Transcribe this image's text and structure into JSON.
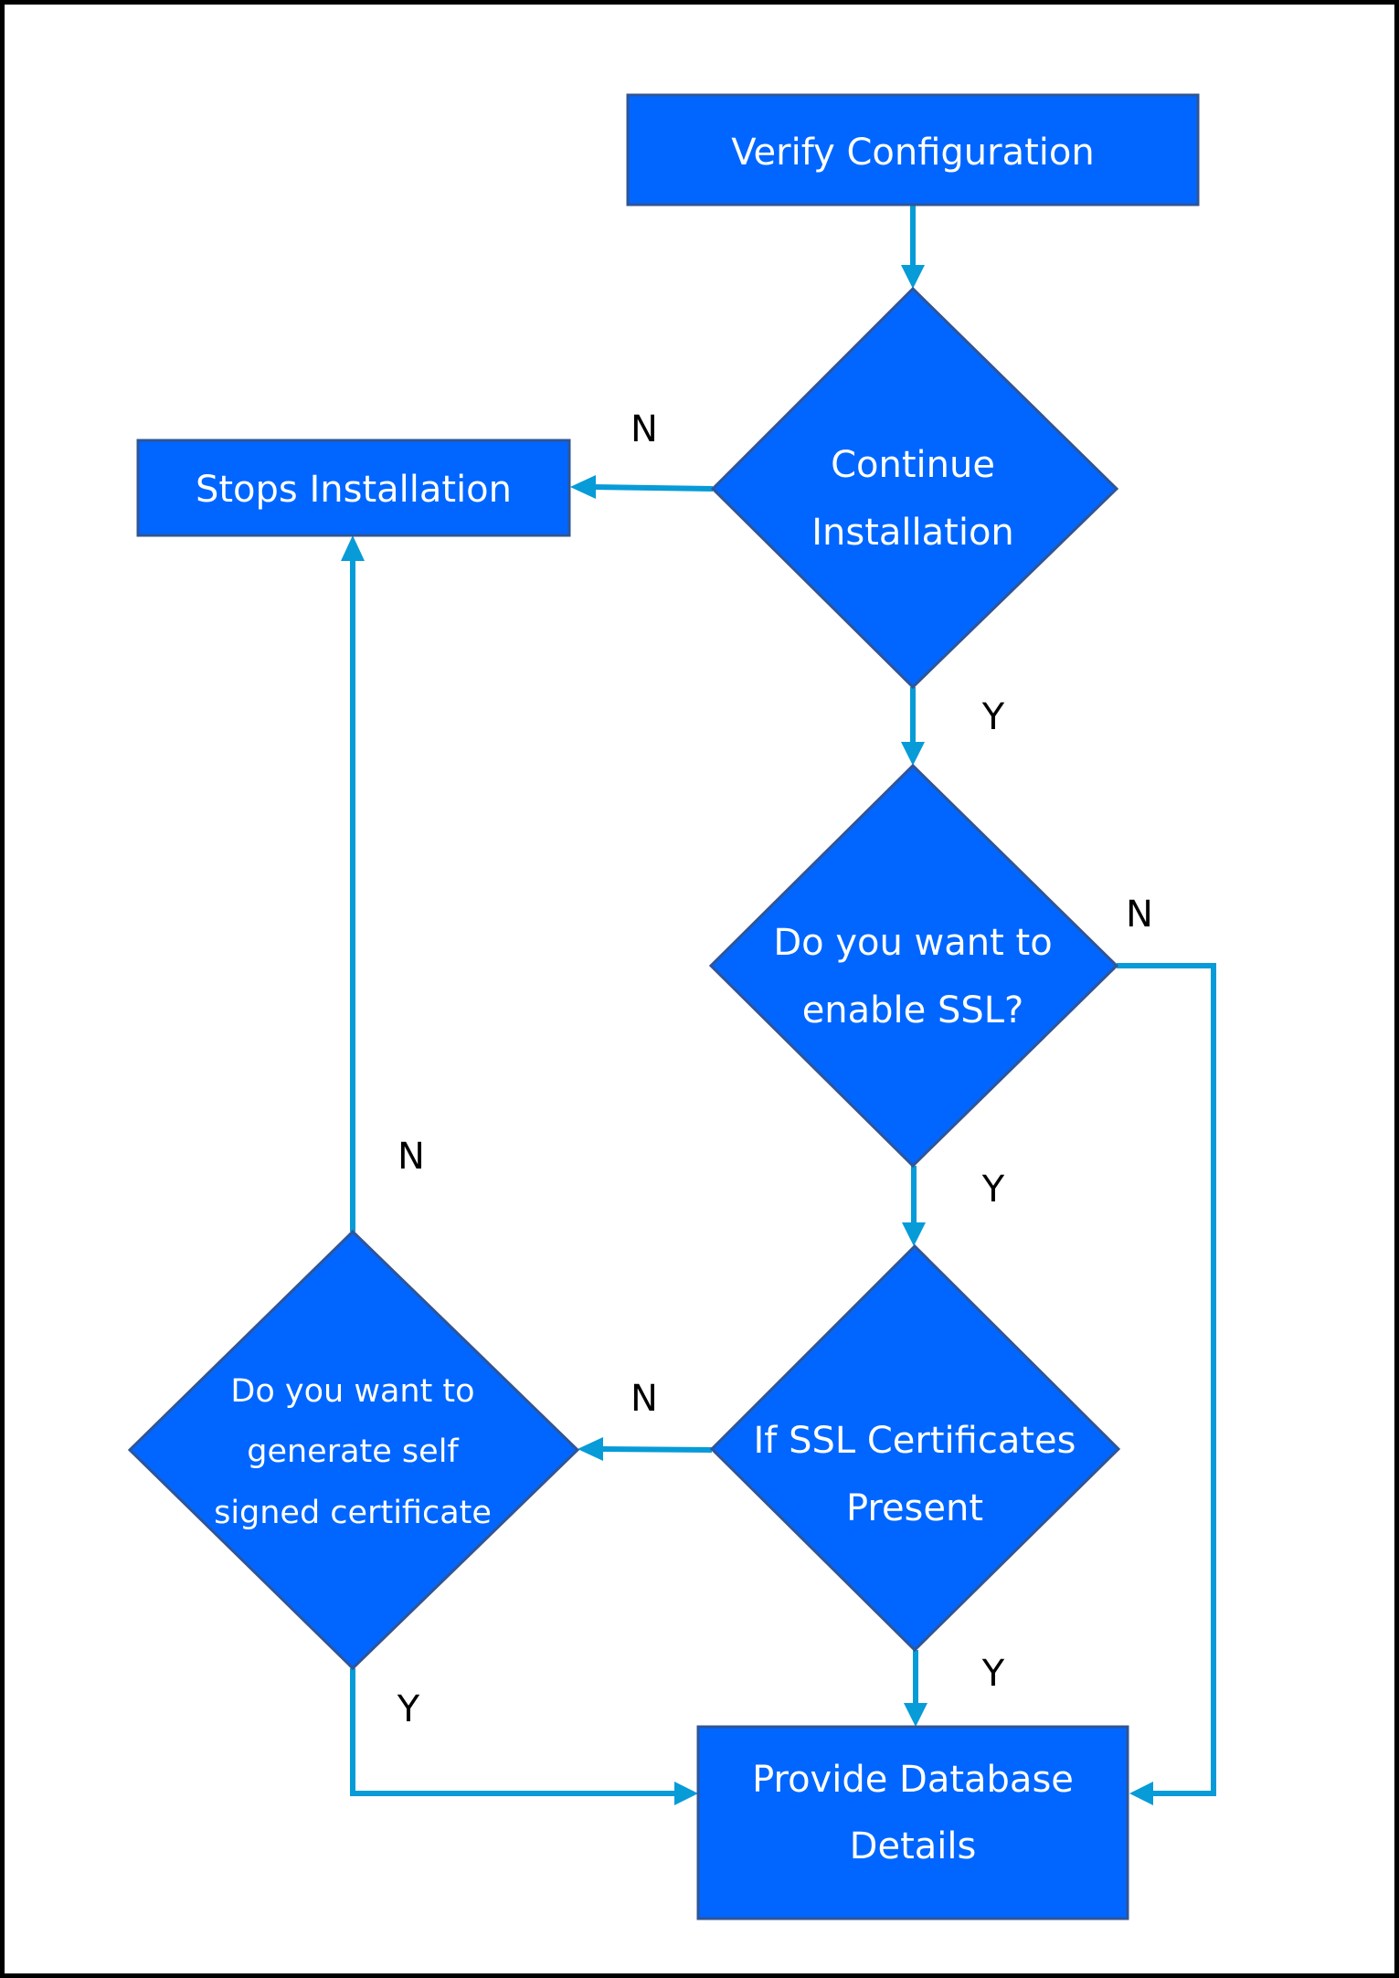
{
  "diagram": {
    "nodes": {
      "verify": {
        "label": "Verify Configuration"
      },
      "continue": {
        "line1": "Continue",
        "line2": "Installation"
      },
      "stops": {
        "label": "Stops Installation"
      },
      "enable_ssl": {
        "line1": "Do you want to",
        "line2": "enable SSL?"
      },
      "ssl_present": {
        "line1": "If SSL Certificates",
        "line2": "Present"
      },
      "self_signed": {
        "line1": "Do you want to",
        "line2": "generate self",
        "line3": "signed certificate"
      },
      "database": {
        "line1": "Provide Database",
        "line2": "Details"
      }
    },
    "edges": {
      "verify_to_continue": {
        "label": ""
      },
      "continue_to_stops": {
        "label": "N"
      },
      "continue_to_enable_ssl": {
        "label": "Y"
      },
      "enable_ssl_to_database": {
        "label": "N"
      },
      "enable_ssl_to_ssl_present": {
        "label": "Y"
      },
      "ssl_present_to_self_signed": {
        "label": "N"
      },
      "ssl_present_to_database": {
        "label": "Y"
      },
      "self_signed_to_stops": {
        "label": "N"
      },
      "self_signed_to_database": {
        "label": "Y"
      }
    },
    "colors": {
      "node_fill": "#0066ff",
      "node_border": "#2f5597",
      "connector": "#079bd8",
      "node_text": "#ffffff",
      "label_text": "#000000"
    }
  }
}
